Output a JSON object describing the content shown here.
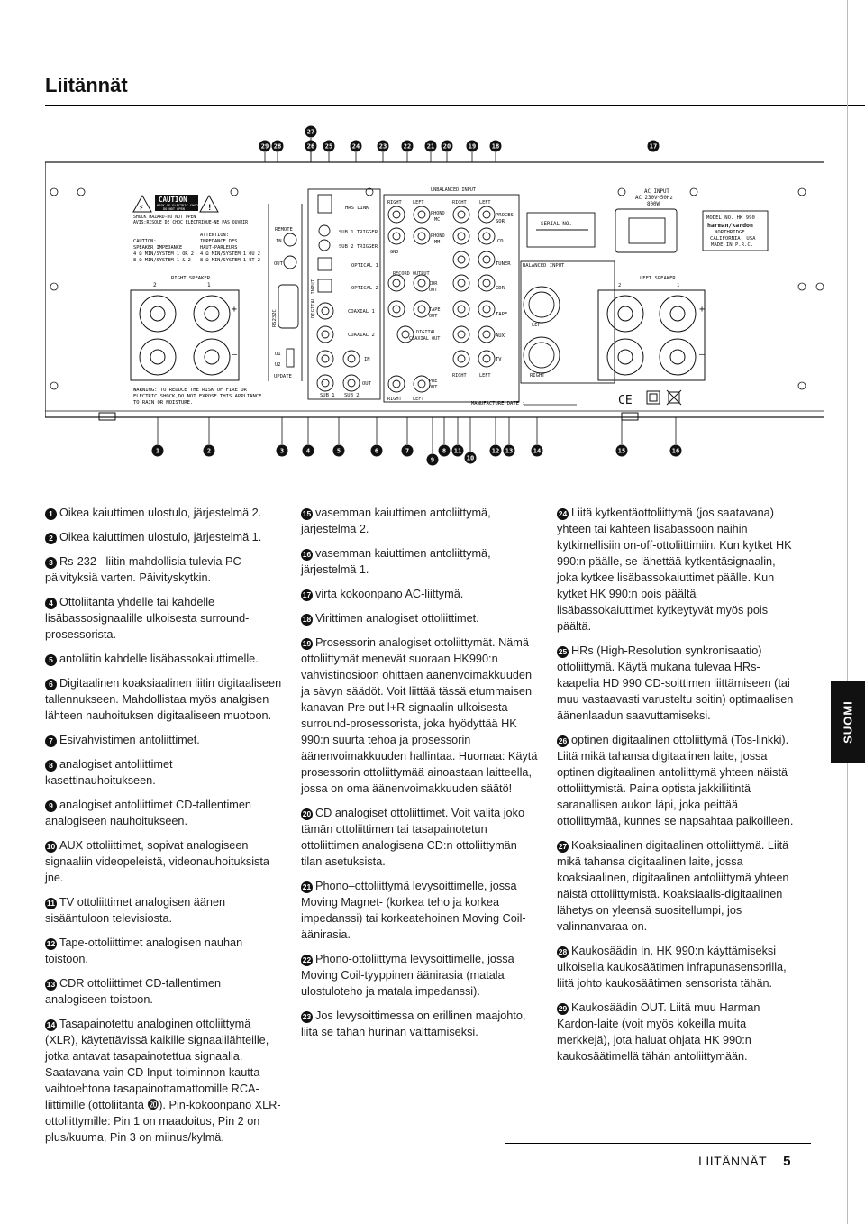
{
  "page": {
    "title": "Liitännät",
    "side_tab": "SUOMI",
    "footer_label": "LIITÄNNÄT",
    "page_number": "5"
  },
  "panel": {
    "top_callouts": [
      "29",
      "28",
      "27",
      "26",
      "25",
      "24",
      "23",
      "22",
      "21",
      "20",
      "19",
      "18",
      "17"
    ],
    "bottom_callouts": [
      "1",
      "2",
      "3",
      "4",
      "5",
      "6",
      "7",
      "8",
      "9",
      "10",
      "11",
      "12",
      "13",
      "14",
      "15",
      "16"
    ],
    "caution_title": "CAUTION",
    "caution_sub1": "RISK OF ELECTRIC SHOCK",
    "caution_sub2": "DO NOT OPEN",
    "shock_en": "SHOCK HAZARD-DO NOT OPEN",
    "shock_fr": "AVIS:RISQUE DE CHOC ELECTRIQUE-NE PAS OUVRIR",
    "caution_left": [
      "CAUTION:",
      "SPEAKER IMPEDANCE",
      "4 Ω MIN/SYSTEM 1 OR 2",
      "8 Ω MIN/SYSTEM 1 & 2"
    ],
    "attention": [
      "ATTENTION:",
      "IMPEDANCE DES",
      "HAUT-PARLEURS",
      "4 Ω MIN/SYSTEM 1 OU 2",
      "8 Ω MIN/SYSTEM 1 ET 2"
    ],
    "right_speaker": "RIGHT SPEAKER",
    "left_speaker": "LEFT SPEAKER",
    "spk_num_2": "2",
    "spk_num_1": "1",
    "warning": [
      "WARNING: TO REDUCE THE RISK OF FIRE OR",
      "ELECTRIC SHOCK,DO NOT EXPOSE THIS APPLIANCE",
      "TO RAIN OR MOISTURE."
    ],
    "remote": "REMOTE",
    "remote_in": "IN",
    "remote_out": "OUT",
    "rs232": "RS232C",
    "u1": "U1",
    "u2": "U2",
    "update": "UPDATE",
    "digital_input": "DIGITAL INPUT",
    "hrs_link": "HRS LINK",
    "sub1_trigger": "SUB 1 TRIGGER",
    "sub2_trigger": "SUB 2 TRIGGER",
    "optical1": "OPTICAL 1",
    "optical2": "OPTICAL 2",
    "coaxial1": "COAXIAL 1",
    "coaxial2": "COAXIAL 2",
    "sub_in": "IN",
    "sub_out": "OUT",
    "sub1": "SUB 1",
    "sub2": "SUB 2",
    "right": "RIGHT",
    "left": "LEFT",
    "gnd": "GND",
    "unbalanced_input": "UNBALANCED INPUT",
    "phono_mc": [
      "PHONO",
      "MC"
    ],
    "phono_mm": [
      "PHONO",
      "MM"
    ],
    "record_output": "RECORD OUTPUT",
    "cdr_out": [
      "CDR",
      "OUT"
    ],
    "tape_out": [
      "TAPE",
      "OUT"
    ],
    "digital_coax_out": [
      "DIGITAL",
      "COAXIAL OUT"
    ],
    "pre_out": [
      "PRE",
      "OUT"
    ],
    "processor": [
      "PROCES",
      "SOR"
    ],
    "cd": "CD",
    "tuner": "TUNER",
    "cdr": "CDR",
    "tape": "TAPE",
    "aux": "AUX",
    "tv": "TV",
    "balanced_input": "BALANCED INPUT",
    "serial_no": "SERIAL NO.",
    "manufacture_date": "MANUFACTURE DATE :",
    "ac_input": [
      "AC INPUT",
      "AC 230V~50Hz",
      "800W"
    ],
    "model_box": [
      "MODEL NO. HK 990",
      "harman/kardon",
      "NORTHRIDGE",
      "CALIFORNIA, USA",
      "MADE IN P.R.C."
    ],
    "ce": "CE"
  },
  "items": [
    {
      "n": "1",
      "text": "Oikea kaiuttimen ulostulo, järjestelmä 2."
    },
    {
      "n": "2",
      "text": "Oikea kaiuttimen ulostulo, järjestelmä 1."
    },
    {
      "n": "3",
      "text": "Rs-232 –liitin mahdollisia tulevia PC-päivityksiä varten. Päivityskytkin."
    },
    {
      "n": "4",
      "text": "Ottoliitäntä yhdelle tai kahdelle lisäbassosignaalille ulkoisesta surround-prosessorista."
    },
    {
      "n": "5",
      "text": "antoliitin kahdelle lisäbassokaiuttimelle."
    },
    {
      "n": "6",
      "text": "Digitaalinen koaksiaalinen liitin digitaaliseen tallennukseen. Mahdollistaa myös analgisen lähteen nauhoituksen digitaaliseen muotoon."
    },
    {
      "n": "7",
      "text": "Esivahvistimen antoliittimet."
    },
    {
      "n": "8",
      "text": "analogiset antoliittimet kasettinauhoitukseen."
    },
    {
      "n": "9",
      "text": "analogiset antoliittimet CD-tallentimen analogiseen nauhoitukseen."
    },
    {
      "n": "10",
      "text": "AUX ottoliittimet, sopivat analogiseen signaaliin videopeleistä, videonauhoituksista jne."
    },
    {
      "n": "11",
      "text": "TV ottoliittimet analogisen äänen sisääntuloon televisiosta."
    },
    {
      "n": "12",
      "text": "Tape-ottoliittimet analogisen nauhan toistoon."
    },
    {
      "n": "13",
      "text": "CDR ottoliittimet CD-tallentimen analogiseen toistoon."
    },
    {
      "n": "14",
      "text": "Tasapainotettu analoginen ottoliittymä (XLR), käytettävissä kaikille signaalilähteille, jotka antavat tasapainotettua signaalia. Saatavana vain CD Input-toiminnon kautta vaihtoehtona tasapainottamattomille RCA-liittimille (ottoliitäntä ⓴). Pin-kokoonpano XLR-ottoliittymille: Pin 1 on maadoitus, Pin 2 on plus/kuuma, Pin 3 on miinus/kylmä."
    },
    {
      "n": "15",
      "text": "vasemman kaiuttimen antoliittymä, järjestelmä 2."
    },
    {
      "n": "16",
      "text": "vasemman kaiuttimen antoliittymä, järjestelmä 1."
    },
    {
      "n": "17",
      "text": "virta kokoonpano AC-liittymä."
    },
    {
      "n": "18",
      "text": "Virittimen analogiset ottoliittimet."
    },
    {
      "n": "19",
      "text": "Prosessorin analogiset ottoliittymät. Nämä ottoliittymät menevät suoraan HK990:n vahvistinosioon ohittaen äänenvoimakkuuden ja sävyn säädöt. Voit liittää tässä etummaisen kanavan Pre out l+R-signaalin ulkoisesta surround-prosessorista, joka hyödyttää HK 990:n suurta tehoa ja prosessorin äänenvoimakkuuden hallintaa. Huomaa: Käytä prosessorin ottoliittymää ainoastaan laitteella, jossa on oma äänenvoimakkuuden säätö!"
    },
    {
      "n": "20",
      "text": "CD analogiset ottoliittimet. Voit valita joko tämän ottoliittimen tai tasapainotetun ottoliittimen analogisena CD:n ottoliittymän tilan asetuksista."
    },
    {
      "n": "21",
      "text": "Phono–ottoliittymä levysoittimelle, jossa Moving Magnet- (korkea teho ja korkea impedanssi) tai korkeatehoinen Moving Coil-äänirasia."
    },
    {
      "n": "22",
      "text": "Phono-ottoliittymä levysoittimelle, jossa Moving Coil-tyyppinen äänirasia (matala ulostuloteho ja matala impedanssi)."
    },
    {
      "n": "23",
      "text": "Jos levysoittimessa on erillinen maajohto, liitä se tähän hurinan välttämiseksi."
    },
    {
      "n": "24",
      "text": "Liitä kytkentäottoliittymä (jos saatavana) yhteen tai kahteen lisäbassoon näihin kytkimellisiin on-off-ottoliittimiin. Kun kytket HK 990:n päälle, se lähettää kytkentäsignaalin, joka kytkee lisäbassokaiuttimet päälle. Kun kytket HK 990:n pois päältä lisäbassokaiuttimet kytkeytyvät myös pois päältä."
    },
    {
      "n": "25",
      "text": "HRs (High-Resolution synkronisaatio) ottoliittymä. Käytä mukana tulevaa HRs-kaapelia HD 990 CD-soittimen liittämiseen (tai muu vastaavasti varusteltu soitin) optimaalisen äänenlaadun saavuttamiseksi."
    },
    {
      "n": "26",
      "text": "optinen digitaalinen ottoliittymä (Tos-linkki). Liitä mikä tahansa digitaalinen laite, jossa optinen digitaalinen antoliittymä yhteen näistä ottoliittymistä. Paina optista jakkiliitintä saranallisen aukon läpi, joka peittää ottoliittymää, kunnes se napsahtaa paikoilleen."
    },
    {
      "n": "27",
      "text": "Koaksiaalinen digitaalinen ottoliittymä. Liitä mikä tahansa digitaalinen laite, jossa koaksiaalinen, digitaalinen antoliittymä yhteen näistä ottoliittymistä. Koaksiaalis-digitaalinen lähetys on yleensä suositellumpi, jos valinnanvaraa on."
    },
    {
      "n": "28",
      "text": "Kaukosäädin In. HK 990:n käyttämiseksi ulkoisella kaukosäätimen infrapunasensorilla, liitä johto kaukosäätimen sensorista tähän."
    },
    {
      "n": "29",
      "text": "Kaukosäädin OUT. Liitä muu Harman Kardon-laite (voit myös kokeilla muita merkkejä), jota haluat ohjata HK 990:n kaukosäätimellä tähän antoliittymään."
    }
  ]
}
